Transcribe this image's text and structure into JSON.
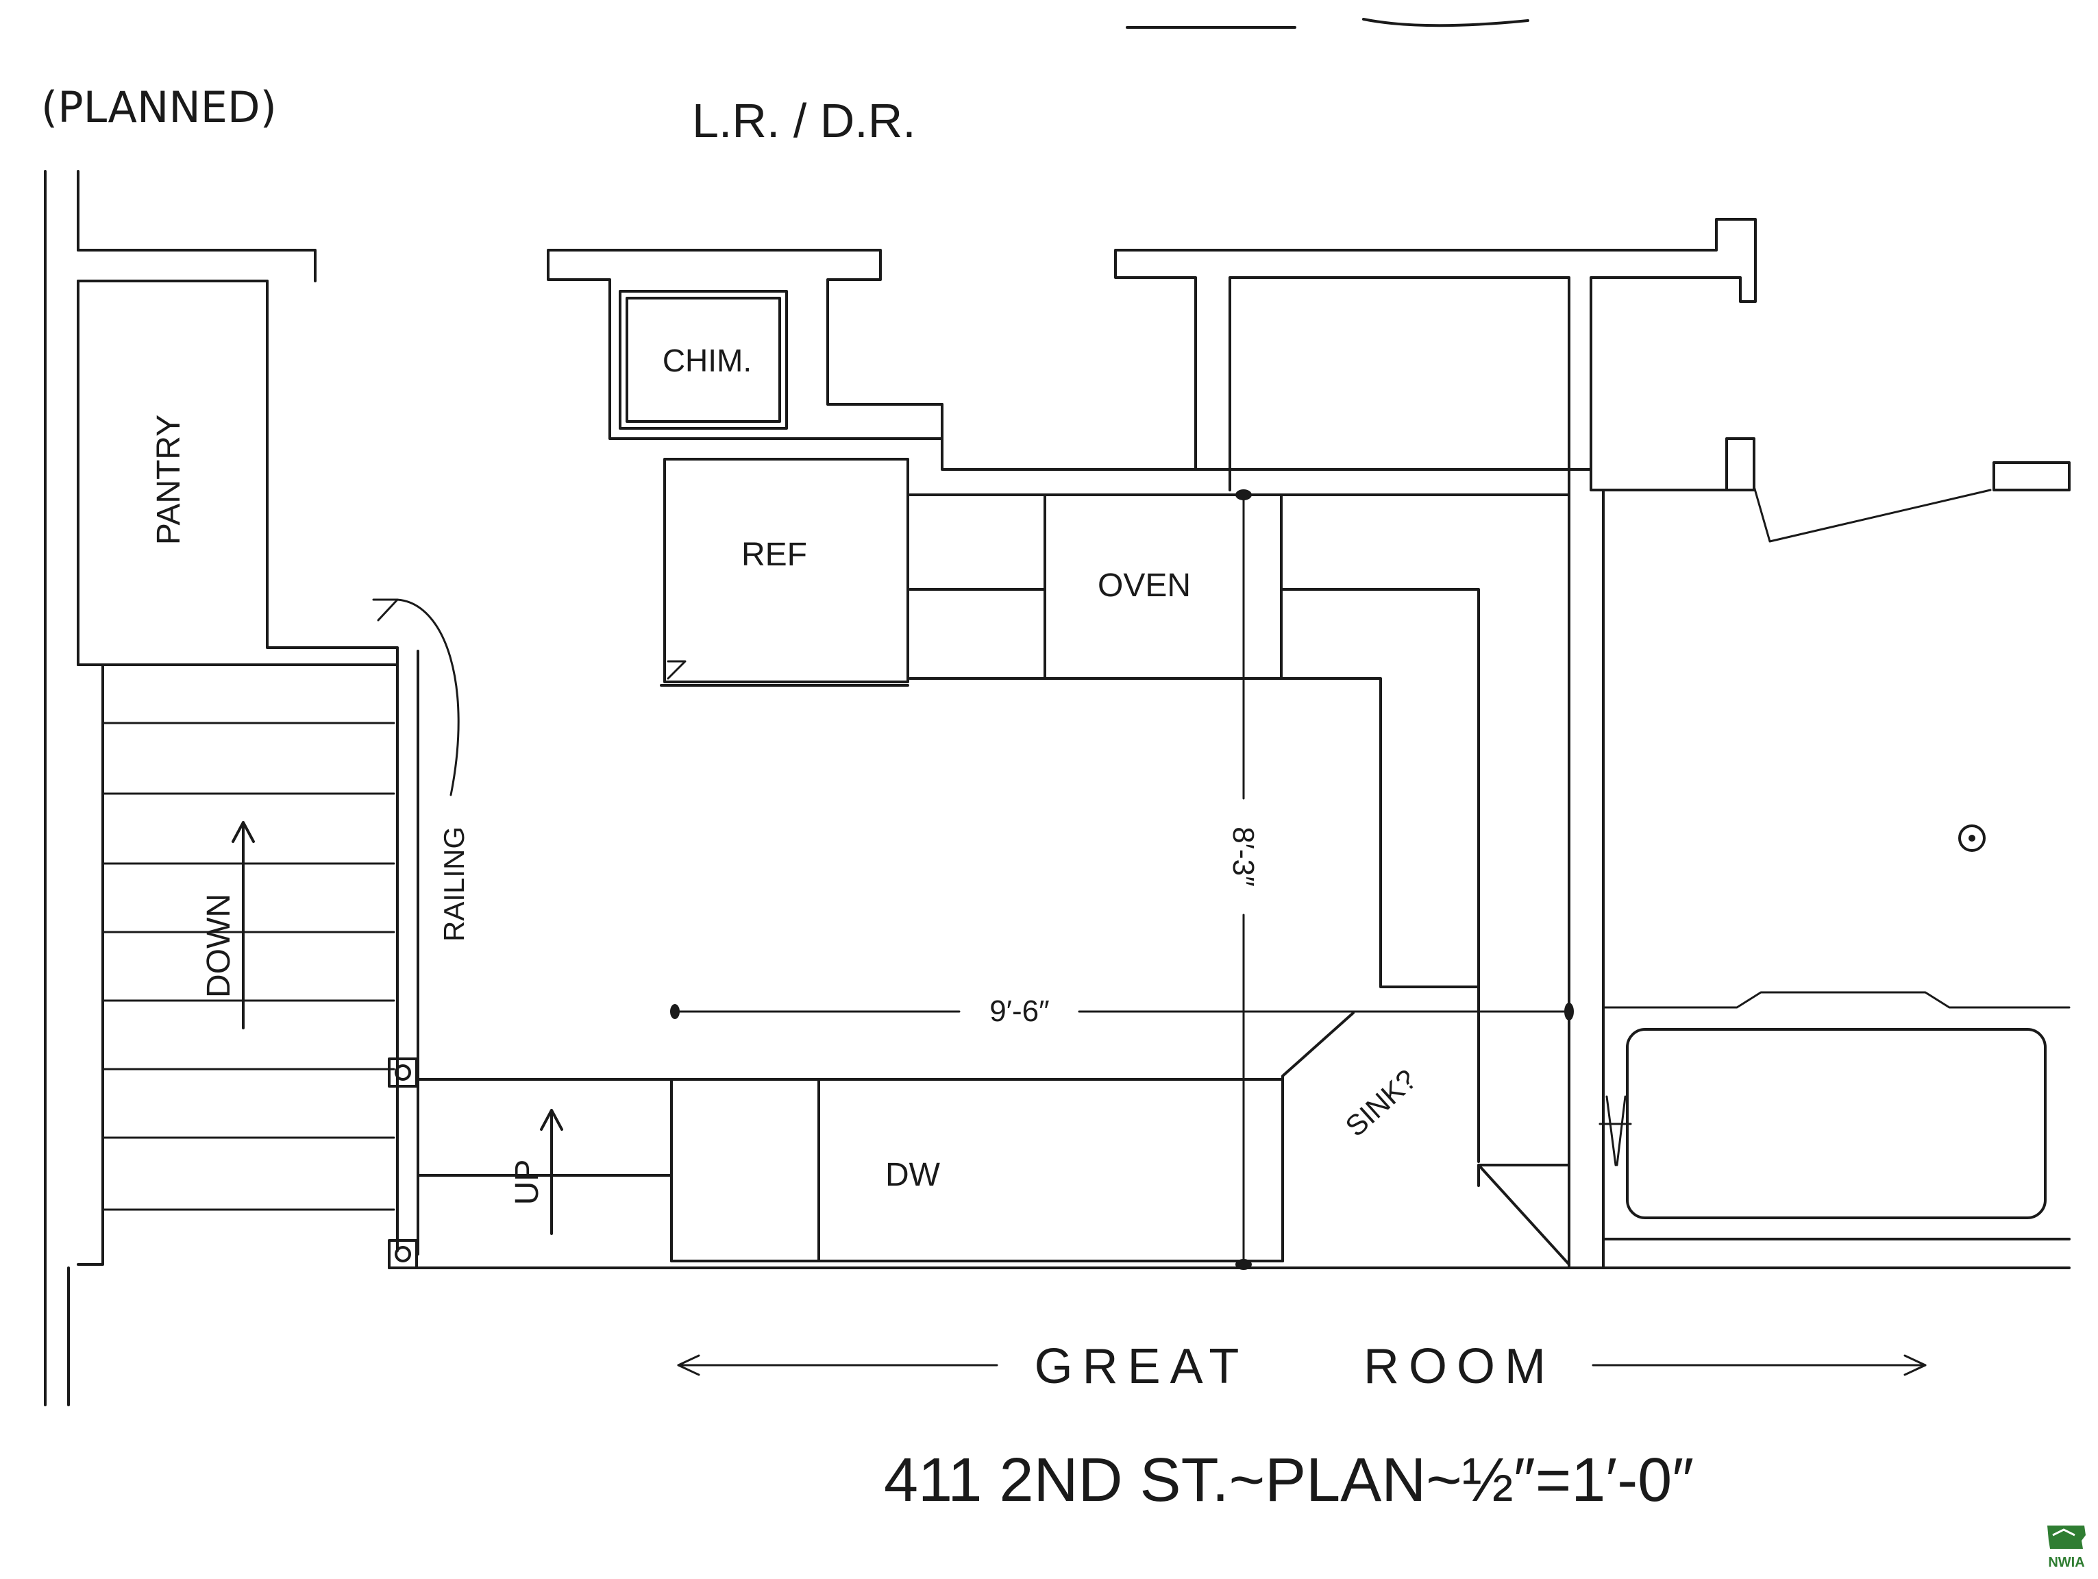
{
  "labels": {
    "planned": "(PLANNED)",
    "lr_dr": "L.R. / D.R.",
    "chim": "CHIM.",
    "pantry": "PANTRY",
    "ref": "REF",
    "oven": "OVEN",
    "down": "DOWN",
    "railing": "RAILING",
    "up": "UP",
    "dw": "DW",
    "sink": "SINK?",
    "great_room_left": "GREAT",
    "great_room_right": "ROOM"
  },
  "dimensions": {
    "width": "9′-6″",
    "height": "8′-3″"
  },
  "title": "411 2ND ST.~PLAN~½″=1′-0″",
  "watermark": "NWIA",
  "colors": {
    "ink": "#1a1a1a",
    "logo_green": "#2f7d32"
  }
}
